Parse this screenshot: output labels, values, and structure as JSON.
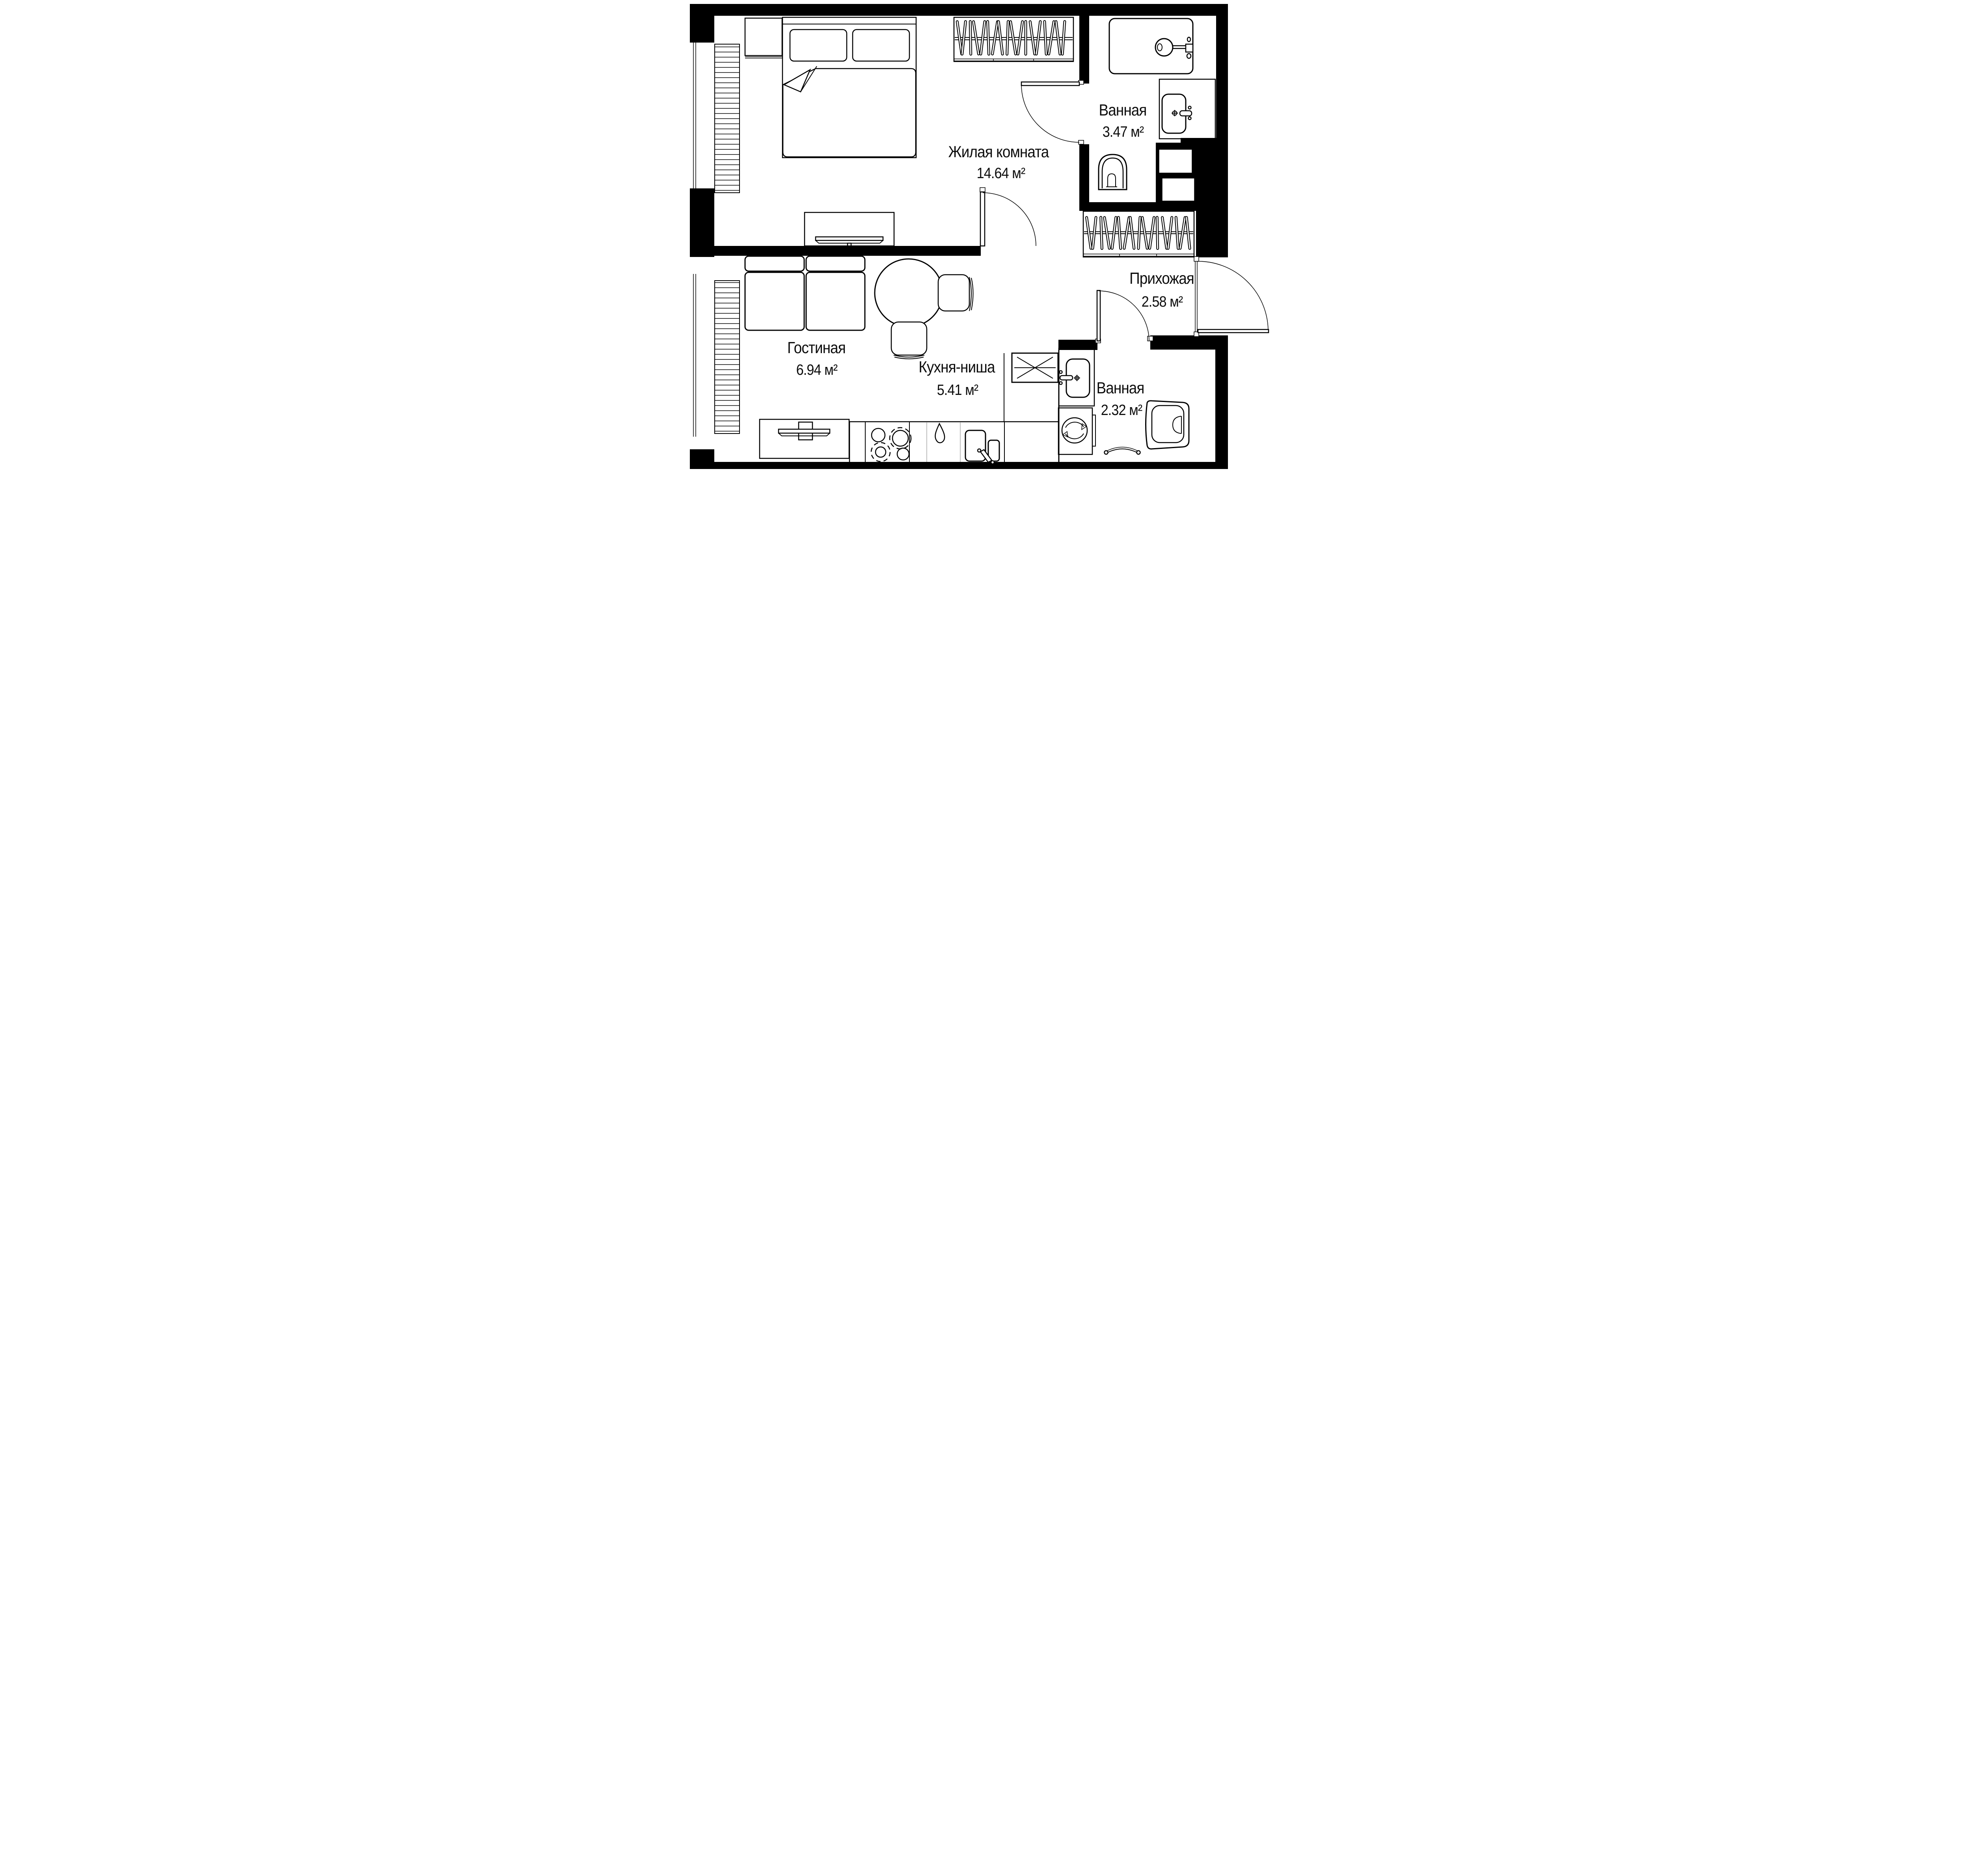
{
  "rooms": [
    {
      "id": "living-room",
      "name": "Жилая комната",
      "area": "14.64 м²"
    },
    {
      "id": "bathroom-top",
      "name": "Ванная",
      "area": "3.47 м²"
    },
    {
      "id": "hallway",
      "name": "Прихожая",
      "area": "2.58 м²"
    },
    {
      "id": "lounge",
      "name": "Гостиная",
      "area": "6.94 м²"
    },
    {
      "id": "kitchen-niche",
      "name": "Кухня-ниша",
      "area": "5.41 м²"
    },
    {
      "id": "bathroom-bottom",
      "name": "Ванная",
      "area": "2.32 м²"
    }
  ],
  "colors": {
    "walls": "#000000",
    "lines": "#000000",
    "dividers": "#bdbdbd",
    "background": "#ffffff"
  },
  "symbols": [
    "double-bed",
    "pillows",
    "blanket-fold",
    "nightstand",
    "wardrobe-with-hangers",
    "tv-on-stand",
    "sofa-two-seat",
    "round-table",
    "chair",
    "shower-tray",
    "shower-head",
    "washbasin",
    "faucet-cross",
    "toilet",
    "washing-machine",
    "hob-burners",
    "kitchen-sink",
    "water-drop",
    "vent-shaft-x",
    "radiator-window",
    "door-swing-arc",
    "bath-mat"
  ]
}
